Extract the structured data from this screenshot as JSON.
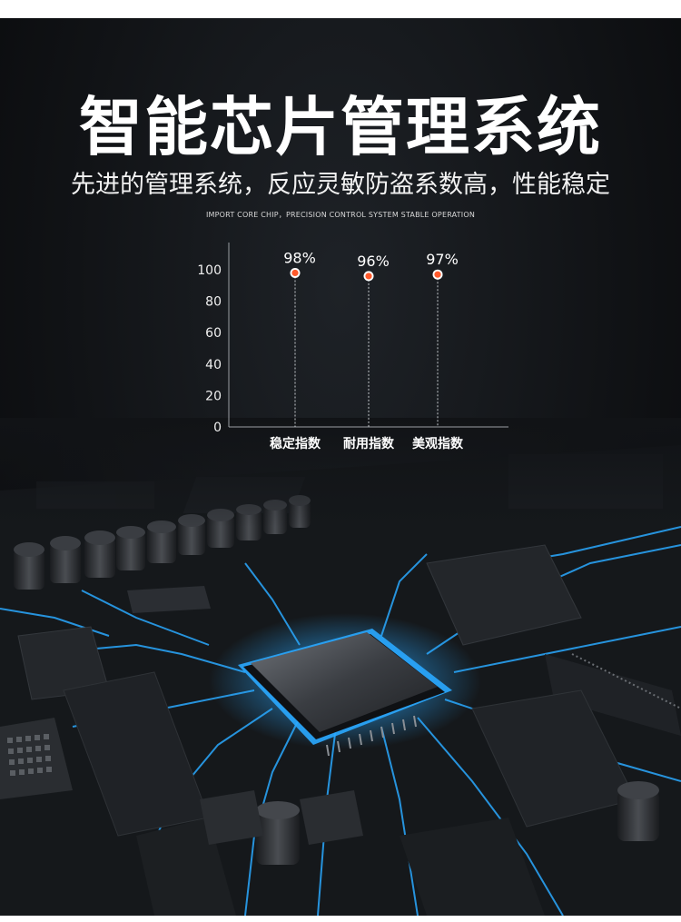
{
  "title": "智能芯片管理系统",
  "subtitle": "先进的管理系统，反应灵敏防盗系数高，性能稳定",
  "tagline": "IMPORT CORE CHIP，PRECISION CONTROL SYSTEM STABLE OPERATION",
  "colors": {
    "background": "#111316",
    "circuit_glow": "#2aa9ff",
    "dot": "#ff5a2c",
    "dot_halo": "#ffffff"
  },
  "chart_data": {
    "type": "scatter",
    "categories": [
      "稳定指数",
      "耐用指数",
      "美观指数"
    ],
    "values": [
      98,
      96,
      97
    ],
    "data_labels": [
      "98%",
      "96%",
      "97%"
    ],
    "yticks": [
      "0",
      "20",
      "40",
      "60",
      "80",
      "100"
    ],
    "ylim": [
      0,
      100
    ],
    "grid": false,
    "drop_lines": true
  }
}
